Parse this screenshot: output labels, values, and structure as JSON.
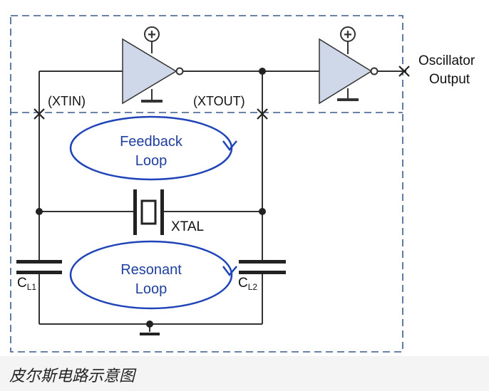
{
  "diagram": {
    "labels": {
      "xtin": "(XTIN)",
      "xtout": "(XTOUT)",
      "output_line1": "Oscillator",
      "output_line2": "Output",
      "feedback_line1": "Feedback",
      "feedback_line2": "Loop",
      "resonant_line1": "Resonant",
      "resonant_line2": "Loop",
      "xtal": "XTAL",
      "cl1_main": "C",
      "cl1_sub": "L1",
      "cl2_main": "C",
      "cl2_sub": "L2",
      "plus": "+"
    },
    "colors": {
      "wire": "#333333",
      "dashed_box": "#3a5a8c",
      "amplifier_fill": "#cfd8e8",
      "loop_stroke": "#1f44b8",
      "loop_text": "#1f3f9e"
    }
  },
  "caption": {
    "text": "皮尔斯电路示意图"
  }
}
